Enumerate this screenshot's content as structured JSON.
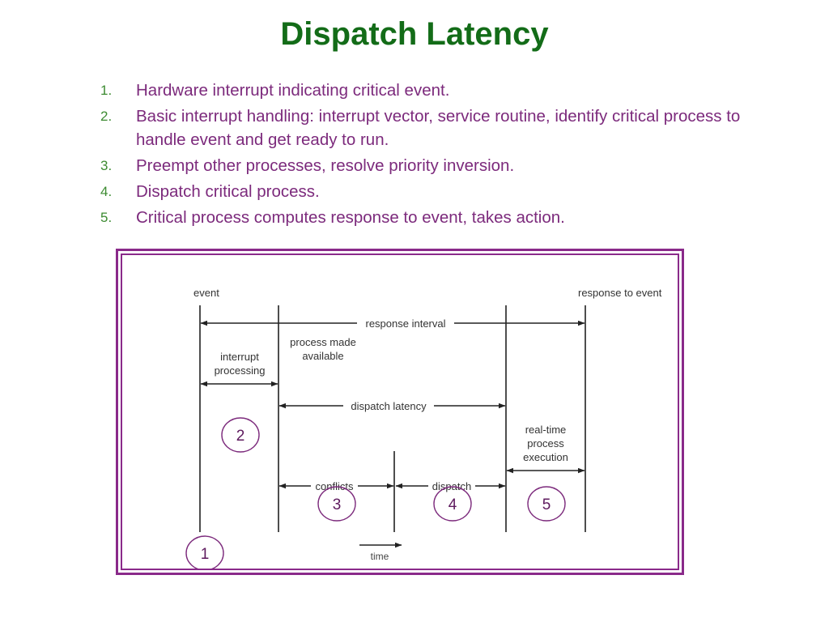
{
  "slide": {
    "title": "Dispatch Latency",
    "title_color": "#136c18",
    "body_text_color": "#7c2a7c",
    "number_color": "#3d8b32",
    "frame_color": "#8a2a8a"
  },
  "list": {
    "items": [
      {
        "num": "1.",
        "text": "Hardware interrupt indicating critical event."
      },
      {
        "num": "2.",
        "text": "Basic interrupt handling: interrupt vector, service routine, identify critical process to handle event and get ready to run."
      },
      {
        "num": "3.",
        "text": "Preempt other processes, resolve priority inversion."
      },
      {
        "num": "4.",
        "text": "Dispatch critical process."
      },
      {
        "num": "5.",
        "text": "Critical process computes response to event, takes action."
      }
    ]
  },
  "diagram": {
    "labels": {
      "event": "event",
      "response_to_event": "response to event",
      "response_interval": "response interval",
      "interrupt_processing_line1": "interrupt",
      "interrupt_processing_line2": "processing",
      "process_made_available_line1": "process made",
      "process_made_available_line2": "available",
      "dispatch_latency": "dispatch latency",
      "real_time_line1": "real-time",
      "real_time_line2": "process",
      "real_time_line3": "execution",
      "conflicts": "conflicts",
      "dispatch": "dispatch",
      "time": "time"
    },
    "markers": [
      {
        "id": "marker-1",
        "label": "1"
      },
      {
        "id": "marker-2",
        "label": "2"
      },
      {
        "id": "marker-3",
        "label": "3"
      },
      {
        "id": "marker-4",
        "label": "4"
      },
      {
        "id": "marker-5",
        "label": "5"
      }
    ],
    "marker_color": "#7c2a7c",
    "line_color": "#222222",
    "text_color": "#333333"
  }
}
